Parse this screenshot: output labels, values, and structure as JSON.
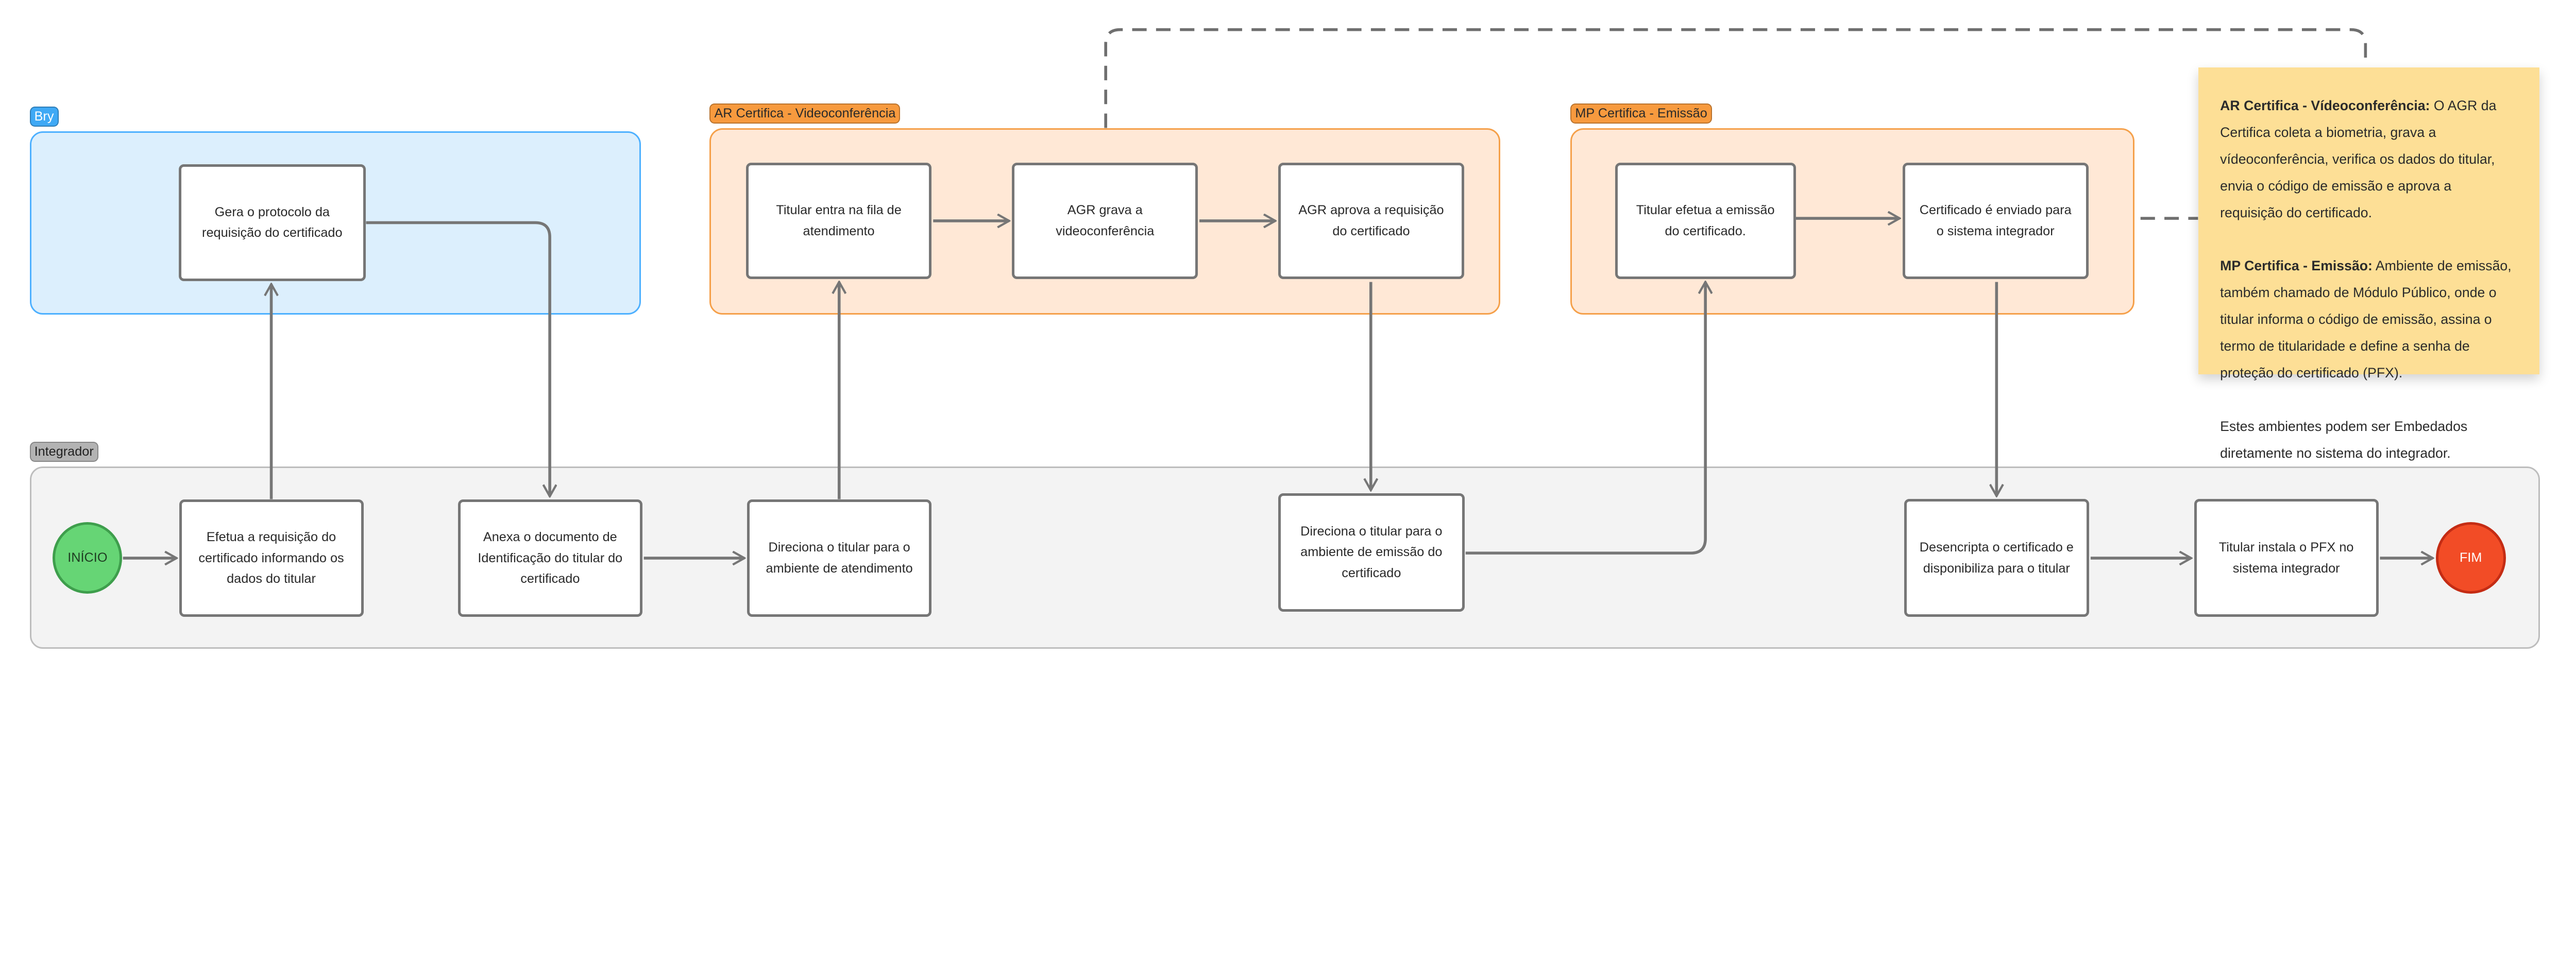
{
  "lanes": {
    "bry": {
      "label": "Bry",
      "color": "#4DB0FF",
      "fill": "#DCEFFD"
    },
    "ar": {
      "label": "AR Certifica - Videoconferência",
      "color": "#F5A04A",
      "fill": "#FFE8D6"
    },
    "mp": {
      "label": "MP Certifica - Emissão",
      "color": "#F5A04A",
      "fill": "#FFE8D6"
    },
    "integrador": {
      "label": "Integrador",
      "color": "#BDBDBD",
      "fill": "#F3F3F3"
    }
  },
  "nodes": {
    "gera_protocolo": "Gera o protocolo da requisição do certificado",
    "titular_fila": "Titular entra na fila de atendimento",
    "agr_grava": "AGR grava a videoconferência",
    "agr_aprova": "AGR aprova a requisição do certificado",
    "titular_emissao": "Titular efetua a emissão do certificado.",
    "certificado_enviado": "Certificado é enviado para o sistema integrador",
    "inicio": "INÍCIO",
    "efetua_requisicao": "Efetua a requisição do certificado informando os dados do titular",
    "anexa_documento": "Anexa o documento de Identificação do titular do certificado",
    "direciona_atendimento": "Direciona o titular para o ambiente de atendimento",
    "direciona_emissao": "Direciona o titular para o ambiente de emissão do certificado",
    "desencripta": "Desencripta o certificado e disponibiliza para o titular",
    "titular_instala": "Titular instala o PFX no sistema integrador",
    "fim": "FIM"
  },
  "note": {
    "p1_title": "AR Certifica - Vídeoconferência:",
    "p1_text": " O AGR da Certifica coleta a biometria, grava a vídeoconferência, verifica os dados do titular, envia o código de emissão e aprova a requisição do certificado.",
    "p2_title": "MP Certifica - Emissão:",
    "p2_text": " Ambiente de emissão, também chamado de Módulo Público, onde o titular informa o código de emissão, assina o termo de titularidade e define a senha de proteção do certificado (PFX).",
    "p3_text": "Estes ambientes podem ser Embedados diretamente no sistema do integrador."
  },
  "colors": {
    "start": "#66D575",
    "end": "#F24C26",
    "connector": "#767676",
    "note": "#FDDF96"
  }
}
